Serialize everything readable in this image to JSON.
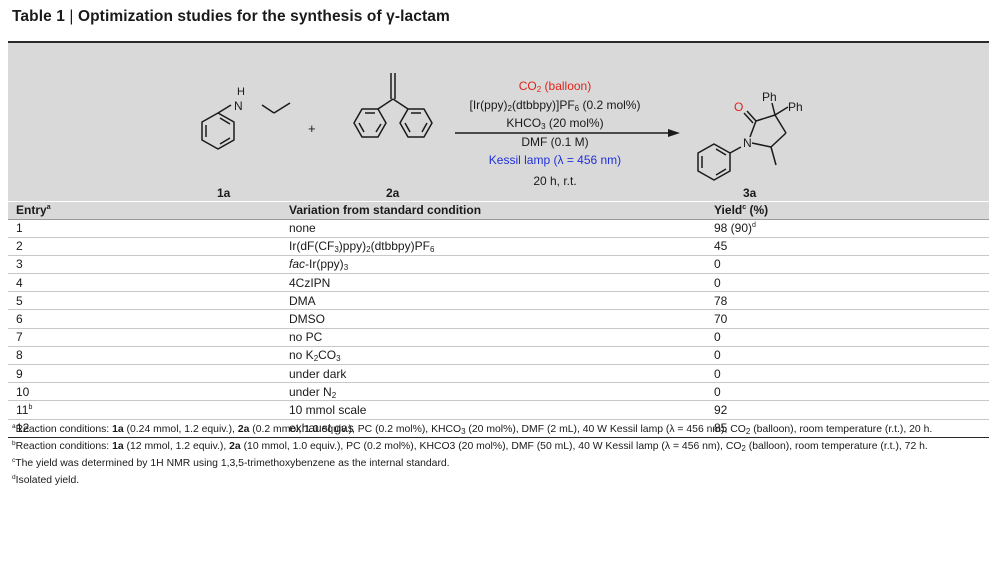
{
  "title": {
    "prefix": "Table 1",
    "separator": "|",
    "text": "Optimization studies for the synthesis of γ-lactam"
  },
  "scheme": {
    "conditions": [
      {
        "pre": "CO",
        "sub": "2",
        "post": " (balloon)",
        "color": "#e0231c"
      },
      {
        "pre": "[Ir(ppy)",
        "sub": "2",
        "post": "(dtbbpy)]PF",
        "sub2": "6",
        "post2": " (0.2 mol%)"
      },
      {
        "pre": "KHCO",
        "sub": "3",
        "post": " (20 mol%)"
      },
      {
        "pre": "DMF (0.1 M)"
      },
      {
        "pre": "Kessil lamp (λ = 456 nm)",
        "color": "#2031d8"
      },
      {
        "pre": "20 h,  r.t."
      }
    ],
    "compound_1a": "1a",
    "compound_2a": "2a",
    "compound_3a": "3a",
    "plus": "+",
    "nh_label": "H",
    "n_label": "N",
    "o_label": "O",
    "ph1": "Ph",
    "ph2": "Ph"
  },
  "table": {
    "headers": {
      "entry": "Entry",
      "entry_sup": "a",
      "variation": "Variation from standard condition",
      "yield": "Yield",
      "yield_sup": "c",
      "yield_unit": " (%)"
    },
    "rows": [
      {
        "entry": "1",
        "entry_sup": "",
        "variation": [
          {
            "t": "none"
          }
        ],
        "yield": "98 (90)",
        "yield_sup": "d"
      },
      {
        "entry": "2",
        "entry_sup": "",
        "variation": [
          {
            "t": "Ir(dF(CF"
          },
          {
            "s": "3"
          },
          {
            "t": ")ppy)"
          },
          {
            "s": "2"
          },
          {
            "t": "(dtbbpy)PF"
          },
          {
            "s": "6"
          }
        ],
        "yield": "45",
        "yield_sup": ""
      },
      {
        "entry": "3",
        "entry_sup": "",
        "variation": [
          {
            "i": "fac"
          },
          {
            "t": "-Ir(ppy)"
          },
          {
            "s": "3"
          }
        ],
        "yield": "0",
        "yield_sup": ""
      },
      {
        "entry": "4",
        "entry_sup": "",
        "variation": [
          {
            "t": "4CzIPN"
          }
        ],
        "yield": "0",
        "yield_sup": ""
      },
      {
        "entry": "5",
        "entry_sup": "",
        "variation": [
          {
            "t": "DMA"
          }
        ],
        "yield": "78",
        "yield_sup": ""
      },
      {
        "entry": "6",
        "entry_sup": "",
        "variation": [
          {
            "t": "DMSO"
          }
        ],
        "yield": "70",
        "yield_sup": ""
      },
      {
        "entry": "7",
        "entry_sup": "",
        "variation": [
          {
            "t": "no PC"
          }
        ],
        "yield": "0",
        "yield_sup": ""
      },
      {
        "entry": "8",
        "entry_sup": "",
        "variation": [
          {
            "t": "no K"
          },
          {
            "s": "2"
          },
          {
            "t": "CO"
          },
          {
            "s": "3"
          }
        ],
        "yield": "0",
        "yield_sup": ""
      },
      {
        "entry": "9",
        "entry_sup": "",
        "variation": [
          {
            "t": "under dark"
          }
        ],
        "yield": "0",
        "yield_sup": ""
      },
      {
        "entry": "10",
        "entry_sup": "",
        "variation": [
          {
            "t": "under N"
          },
          {
            "s": "2"
          }
        ],
        "yield": "0",
        "yield_sup": ""
      },
      {
        "entry": "11",
        "entry_sup": "b",
        "variation": [
          {
            "t": "10 mmol scale"
          }
        ],
        "yield": "92",
        "yield_sup": ""
      },
      {
        "entry": "12",
        "entry_sup": "",
        "variation": [
          {
            "t": "exhaust gas"
          }
        ],
        "yield": "85",
        "yield_sup": ""
      }
    ]
  },
  "footnotes": [
    {
      "mark": "a",
      "parts": [
        {
          "t": "Reaction conditions: "
        },
        {
          "b": "1a"
        },
        {
          "t": " (0.24 mmol, 1.2 equiv.), "
        },
        {
          "b": "2a"
        },
        {
          "t": " (0.2 mmol, 1.0 equiv.), PC (0.2 mol%), KHCO"
        },
        {
          "s": "3"
        },
        {
          "t": " (20 mol%), DMF (2 mL), 40 W Kessil lamp (λ = 456 nm), CO"
        },
        {
          "s": "2"
        },
        {
          "t": " (balloon), room temperature (r.t.), 20 h."
        }
      ]
    },
    {
      "mark": "b",
      "parts": [
        {
          "t": "Reaction conditions: "
        },
        {
          "b": "1a"
        },
        {
          "t": " (12 mmol, 1.2 equiv.), "
        },
        {
          "b": "2a"
        },
        {
          "t": " (10 mmol, 1.0 equiv.), PC (0.2 mol%), KHCO3 (20 mol%), DMF (50 mL), 40 W Kessil lamp (λ = 456 nm), CO"
        },
        {
          "s": "2"
        },
        {
          "t": " (balloon), room temperature (r.t.), 72 h."
        }
      ]
    },
    {
      "mark": "c",
      "parts": [
        {
          "t": "The yield was determined by 1H NMR using 1,3,5-trimethoxybenzene as the internal standard."
        }
      ]
    },
    {
      "mark": "d",
      "parts": [
        {
          "t": "Isolated yield."
        }
      ]
    }
  ]
}
